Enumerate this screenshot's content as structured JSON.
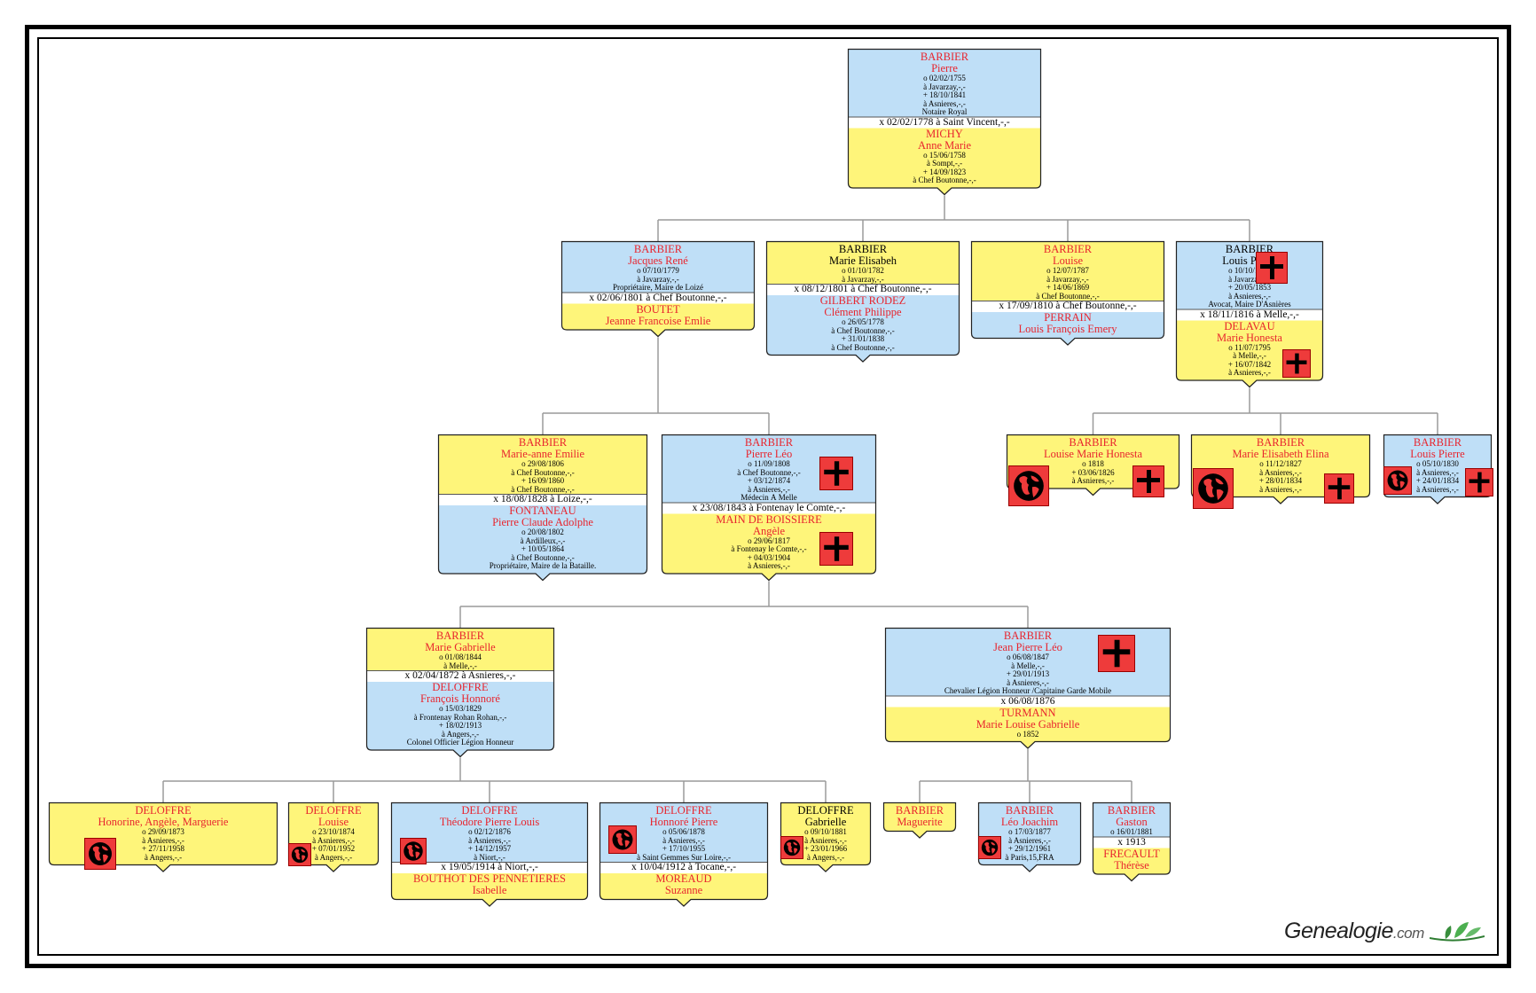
{
  "logo": {
    "name": "Genealogie",
    "tld": ".com"
  },
  "colors": {
    "blue": "#bfdff7",
    "yellow": "#fef57a",
    "red_text": "#e8252e",
    "badge": "#ee3b3b"
  },
  "cards": [
    {
      "id": "c1",
      "lines": [
        {
          "t": "BARBIER",
          "c": "r",
          "s": "nm"
        },
        {
          "t": "Pierre",
          "c": "r",
          "s": "nm"
        },
        {
          "t": "o 02/02/1755",
          "s": "dt"
        },
        {
          "t": "à Javarzay,-,-",
          "s": "dt"
        },
        {
          "t": "+ 18/10/1841",
          "s": "dt"
        },
        {
          "t": "à Asnieres,-,-",
          "s": "dt"
        },
        {
          "t": "Notaire Royal",
          "s": "dt"
        },
        {
          "t": "x 02/02/1778 à Saint Vincent,-,-",
          "s": "mr",
          "bg": "w"
        },
        {
          "t": "MICHY",
          "c": "r",
          "s": "nm",
          "bg": "y"
        },
        {
          "t": "Anne Marie",
          "c": "r",
          "s": "nm",
          "bg": "y"
        },
        {
          "t": "o 15/06/1758",
          "s": "dt",
          "bg": "y"
        },
        {
          "t": "à Sompt,-,-",
          "s": "dt",
          "bg": "y"
        },
        {
          "t": "+ 14/09/1823",
          "s": "dt",
          "bg": "y"
        },
        {
          "t": "à Chef Boutonne,-,-",
          "s": "dt",
          "bg": "y"
        }
      ]
    },
    {
      "id": "c2",
      "lines": [
        {
          "t": "BARBIER",
          "c": "r",
          "s": "nm"
        },
        {
          "t": "Jacques René",
          "c": "r",
          "s": "nm"
        },
        {
          "t": "o 07/10/1779",
          "s": "dt"
        },
        {
          "t": "à Javarzay,-,-",
          "s": "dt"
        },
        {
          "t": "Propriétaire, Maire de Loizé",
          "s": "dt"
        },
        {
          "t": "x 02/06/1801 à Chef Boutonne,-,-",
          "s": "mr",
          "bg": "w"
        },
        {
          "t": "BOUTET",
          "c": "r",
          "s": "nm",
          "bg": "y"
        },
        {
          "t": "Jeanne Francoise Emlie",
          "c": "r",
          "s": "nm",
          "bg": "y"
        }
      ]
    },
    {
      "id": "c3",
      "lines": [
        {
          "t": "BARBIER",
          "s": "nm"
        },
        {
          "t": "Marie Elisabeh",
          "s": "nm"
        },
        {
          "t": "o 01/10/1782",
          "s": "dt"
        },
        {
          "t": "à Javarzay,-,-",
          "s": "dt"
        },
        {
          "t": "x 08/12/1801 à Chef Boutonne,-,-",
          "s": "mr",
          "bg": "w"
        },
        {
          "t": "GILBERT RODEZ",
          "c": "r",
          "s": "nm",
          "bg": "b"
        },
        {
          "t": "Clément Philippe",
          "c": "r",
          "s": "nm",
          "bg": "b"
        },
        {
          "t": "o 26/05/1778",
          "s": "dt",
          "bg": "b"
        },
        {
          "t": "à Chef Boutonne,-,-",
          "s": "dt",
          "bg": "b"
        },
        {
          "t": "+ 31/01/1838",
          "s": "dt",
          "bg": "b"
        },
        {
          "t": "à Chef Boutonne,-,-",
          "s": "dt",
          "bg": "b"
        }
      ]
    },
    {
      "id": "c4",
      "lines": [
        {
          "t": "BARBIER",
          "c": "r",
          "s": "nm"
        },
        {
          "t": "Louise",
          "c": "r",
          "s": "nm"
        },
        {
          "t": "o 12/07/1787",
          "s": "dt"
        },
        {
          "t": "à Javarzay,-,-",
          "s": "dt"
        },
        {
          "t": "+ 14/06/1869",
          "s": "dt"
        },
        {
          "t": "à Chef Boutonne,-,-",
          "s": "dt"
        },
        {
          "t": "x 17/09/1810 à Chef Boutonne,-,-",
          "s": "mr",
          "bg": "w"
        },
        {
          "t": "PERRAIN",
          "c": "r",
          "s": "nm",
          "bg": "b"
        },
        {
          "t": "Louis François Emery",
          "c": "r",
          "s": "nm",
          "bg": "b"
        }
      ]
    },
    {
      "id": "c5",
      "lines": [
        {
          "t": "BARBIER",
          "s": "nm"
        },
        {
          "t": "Louis Pierre",
          "s": "nm"
        },
        {
          "t": "o 10/10/1792",
          "s": "dt"
        },
        {
          "t": "à Javarzay,-,-",
          "s": "dt"
        },
        {
          "t": "+ 20/05/1853",
          "s": "dt"
        },
        {
          "t": "à Asnieres,-,-",
          "s": "dt"
        },
        {
          "t": "Avocat, Maire D'Asnières",
          "s": "dt"
        },
        {
          "t": "x 18/11/1816 à Melle,-,-",
          "s": "mr",
          "bg": "w"
        },
        {
          "t": "DELAVAU",
          "c": "r",
          "s": "nm",
          "bg": "y"
        },
        {
          "t": "Marie Honesta",
          "c": "r",
          "s": "nm",
          "bg": "y"
        },
        {
          "t": "o 11/07/1795",
          "s": "dt",
          "bg": "y"
        },
        {
          "t": "à Melle,-,-",
          "s": "dt",
          "bg": "y"
        },
        {
          "t": "+ 16/07/1842",
          "s": "dt",
          "bg": "y"
        },
        {
          "t": "à Asnieres,-,-",
          "s": "dt",
          "bg": "y"
        }
      ]
    },
    {
      "id": "c6",
      "lines": [
        {
          "t": "BARBIER",
          "c": "r",
          "s": "nm"
        },
        {
          "t": "Marie-anne Emilie",
          "c": "r",
          "s": "nm"
        },
        {
          "t": "o 29/08/1806",
          "s": "dt"
        },
        {
          "t": "à Chef Boutonne,-,-",
          "s": "dt"
        },
        {
          "t": "+ 16/09/1860",
          "s": "dt"
        },
        {
          "t": "à Chef Boutonne,-,-",
          "s": "dt"
        },
        {
          "t": "x 18/08/1828 à Loize,-,-",
          "s": "mr",
          "bg": "w"
        },
        {
          "t": "FONTANEAU",
          "c": "r",
          "s": "nm",
          "bg": "b"
        },
        {
          "t": "Pierre Claude Adolphe",
          "c": "r",
          "s": "nm",
          "bg": "b"
        },
        {
          "t": "o 20/08/1802",
          "s": "dt",
          "bg": "b"
        },
        {
          "t": "à Ardilleux,-,-",
          "s": "dt",
          "bg": "b"
        },
        {
          "t": "+ 10/05/1864",
          "s": "dt",
          "bg": "b"
        },
        {
          "t": "à Chef Boutonne,-,-",
          "s": "dt",
          "bg": "b"
        },
        {
          "t": "Propriétaire, Maire de la Bataille.",
          "s": "dt",
          "bg": "b"
        }
      ]
    },
    {
      "id": "c7",
      "lines": [
        {
          "t": "BARBIER",
          "c": "r",
          "s": "nm"
        },
        {
          "t": "Pierre Léo",
          "c": "r",
          "s": "nm"
        },
        {
          "t": "o 11/09/1808",
          "s": "dt"
        },
        {
          "t": "à Chef Boutonne,-,-",
          "s": "dt"
        },
        {
          "t": "+ 03/12/1874",
          "s": "dt"
        },
        {
          "t": "à Asnieres,-,-",
          "s": "dt"
        },
        {
          "t": "Médecin À Melle",
          "s": "dt"
        },
        {
          "t": "x 23/08/1843 à Fontenay le Comte,-,-",
          "s": "mr",
          "bg": "w"
        },
        {
          "t": "MAIN DE BOISSIERE",
          "c": "r",
          "s": "nm",
          "bg": "y"
        },
        {
          "t": "Angèle",
          "c": "r",
          "s": "nm",
          "bg": "y"
        },
        {
          "t": "o 29/06/1817",
          "s": "dt",
          "bg": "y"
        },
        {
          "t": "à Fontenay le Comte,-,-",
          "s": "dt",
          "bg": "y"
        },
        {
          "t": "+ 04/03/1904",
          "s": "dt",
          "bg": "y"
        },
        {
          "t": "à Asnieres,-,-",
          "s": "dt",
          "bg": "y"
        }
      ]
    },
    {
      "id": "c8",
      "lines": [
        {
          "t": "BARBIER",
          "c": "r",
          "s": "nm"
        },
        {
          "t": "Louise Marie Honesta",
          "c": "r",
          "s": "nm"
        },
        {
          "t": "o 1818",
          "s": "dt"
        },
        {
          "t": "+ 03/06/1826",
          "s": "dt"
        },
        {
          "t": "à Asnieres,-,-",
          "s": "dt"
        }
      ]
    },
    {
      "id": "c9",
      "lines": [
        {
          "t": "BARBIER",
          "c": "r",
          "s": "nm"
        },
        {
          "t": "Marie Elisabeth Elina",
          "c": "r",
          "s": "nm"
        },
        {
          "t": "o 11/12/1827",
          "s": "dt"
        },
        {
          "t": "à Asnieres,-,-",
          "s": "dt"
        },
        {
          "t": "+ 28/01/1834",
          "s": "dt"
        },
        {
          "t": "à Asnieres,-,-",
          "s": "dt"
        }
      ]
    },
    {
      "id": "c10",
      "lines": [
        {
          "t": "BARBIER",
          "c": "r",
          "s": "nm"
        },
        {
          "t": "Louis Pierre",
          "c": "r",
          "s": "nm"
        },
        {
          "t": "o 05/10/1830",
          "s": "dt"
        },
        {
          "t": "à Asnieres,-,-",
          "s": "dt"
        },
        {
          "t": "+ 24/01/1834",
          "s": "dt"
        },
        {
          "t": "à Asnieres,-,-",
          "s": "dt"
        }
      ]
    },
    {
      "id": "c11",
      "lines": [
        {
          "t": "BARBIER",
          "c": "r",
          "s": "nm"
        },
        {
          "t": "Marie Gabrielle",
          "c": "r",
          "s": "nm"
        },
        {
          "t": "o 01/08/1844",
          "s": "dt"
        },
        {
          "t": "à Melle,-,-",
          "s": "dt"
        },
        {
          "t": "x 02/04/1872 à Asnieres,-,-",
          "s": "mr",
          "bg": "w"
        },
        {
          "t": "DELOFFRE",
          "c": "r",
          "s": "nm",
          "bg": "b"
        },
        {
          "t": "François Honnoré",
          "c": "r",
          "s": "nm",
          "bg": "b"
        },
        {
          "t": "o 15/03/1829",
          "s": "dt",
          "bg": "b"
        },
        {
          "t": "à Frontenay Rohan Rohan,-,-",
          "s": "dt",
          "bg": "b"
        },
        {
          "t": "+ 18/02/1913",
          "s": "dt",
          "bg": "b"
        },
        {
          "t": "à Angers,-,-",
          "s": "dt",
          "bg": "b"
        },
        {
          "t": "Colonel Officier Légion Honneur",
          "s": "dt",
          "bg": "b"
        }
      ]
    },
    {
      "id": "c12",
      "lines": [
        {
          "t": "BARBIER",
          "c": "r",
          "s": "nm"
        },
        {
          "t": "Jean Pierre Léo",
          "c": "r",
          "s": "nm"
        },
        {
          "t": "o 06/08/1847",
          "s": "dt"
        },
        {
          "t": "à Melle,-,-",
          "s": "dt"
        },
        {
          "t": "+ 29/01/1913",
          "s": "dt"
        },
        {
          "t": "à Asnieres,-,-",
          "s": "dt"
        },
        {
          "t": "Chevalier Légion Honneur /Capitaine Garde Mobile",
          "s": "dt"
        },
        {
          "t": "x 06/08/1876",
          "s": "mr",
          "bg": "w"
        },
        {
          "t": "TURMANN",
          "c": "r",
          "s": "nm",
          "bg": "y"
        },
        {
          "t": "Marie Louise Gabrielle",
          "c": "r",
          "s": "nm",
          "bg": "y"
        },
        {
          "t": "o 1852",
          "s": "dt",
          "bg": "y"
        }
      ]
    },
    {
      "id": "c13",
      "lines": [
        {
          "t": "DELOFFRE",
          "c": "r",
          "s": "nm"
        },
        {
          "t": "Honorine, Angèle, Marguerie",
          "c": "r",
          "s": "nm"
        },
        {
          "t": "o 29/09/1873",
          "s": "dt"
        },
        {
          "t": "à Asnieres,-,-",
          "s": "dt"
        },
        {
          "t": "+ 27/11/1958",
          "s": "dt"
        },
        {
          "t": "à Angers,-,-",
          "s": "dt"
        }
      ]
    },
    {
      "id": "c14",
      "lines": [
        {
          "t": "DELOFFRE",
          "c": "r",
          "s": "nm"
        },
        {
          "t": "Louise",
          "c": "r",
          "s": "nm"
        },
        {
          "t": "o 23/10/1874",
          "s": "dt"
        },
        {
          "t": "à Asnieres,-,-",
          "s": "dt"
        },
        {
          "t": "+ 07/01/1952",
          "s": "dt"
        },
        {
          "t": "à Angers,-,-",
          "s": "dt"
        }
      ]
    },
    {
      "id": "c15",
      "lines": [
        {
          "t": "DELOFFRE",
          "c": "r",
          "s": "nm"
        },
        {
          "t": "Théodore Pierre Louis",
          "c": "r",
          "s": "nm"
        },
        {
          "t": "o 02/12/1876",
          "s": "dt"
        },
        {
          "t": "à Asnieres,-,-",
          "s": "dt"
        },
        {
          "t": "+ 14/12/1957",
          "s": "dt"
        },
        {
          "t": "à Niort,-,-",
          "s": "dt"
        },
        {
          "t": "x 19/05/1914 à Niort,-,-",
          "s": "mr",
          "bg": "w"
        },
        {
          "t": "BOUTHOT DES PENNETIERES",
          "c": "r",
          "s": "nm",
          "bg": "y"
        },
        {
          "t": "Isabelle",
          "c": "r",
          "s": "nm",
          "bg": "y"
        }
      ]
    },
    {
      "id": "c16",
      "lines": [
        {
          "t": "DELOFFRE",
          "c": "r",
          "s": "nm"
        },
        {
          "t": "Honnoré Pierre",
          "c": "r",
          "s": "nm"
        },
        {
          "t": "o 05/06/1878",
          "s": "dt"
        },
        {
          "t": "à Asnieres,-,-",
          "s": "dt"
        },
        {
          "t": "+ 17/10/1955",
          "s": "dt"
        },
        {
          "t": "à Saint Gemmes Sur Loire,-,-",
          "s": "dt"
        },
        {
          "t": "x 10/04/1912 à Tocane,-,-",
          "s": "mr",
          "bg": "w"
        },
        {
          "t": "MOREAUD",
          "c": "r",
          "s": "nm",
          "bg": "y"
        },
        {
          "t": "Suzanne",
          "c": "r",
          "s": "nm",
          "bg": "y"
        }
      ]
    },
    {
      "id": "c17",
      "lines": [
        {
          "t": "DELOFFRE",
          "s": "nm"
        },
        {
          "t": "Gabrielle",
          "s": "nm"
        },
        {
          "t": "o 09/10/1881",
          "s": "dt"
        },
        {
          "t": "à Asnieres,-,-",
          "s": "dt"
        },
        {
          "t": "+ 23/01/1966",
          "s": "dt"
        },
        {
          "t": "à Angers,-,-",
          "s": "dt"
        }
      ]
    },
    {
      "id": "c18",
      "lines": [
        {
          "t": "BARBIER",
          "c": "r",
          "s": "nm"
        },
        {
          "t": "Maguerite",
          "c": "r",
          "s": "nm"
        }
      ]
    },
    {
      "id": "c19",
      "lines": [
        {
          "t": "BARBIER",
          "c": "r",
          "s": "nm"
        },
        {
          "t": "Léo Joachim",
          "c": "r",
          "s": "nm"
        },
        {
          "t": "o 17/03/1877",
          "s": "dt"
        },
        {
          "t": "à Asnieres,-,-",
          "s": "dt"
        },
        {
          "t": "+ 29/12/1961",
          "s": "dt"
        },
        {
          "t": "à Paris,15,FRA",
          "s": "dt"
        }
      ]
    },
    {
      "id": "c20",
      "lines": [
        {
          "t": "BARBIER",
          "c": "r",
          "s": "nm"
        },
        {
          "t": "Gaston",
          "c": "r",
          "s": "nm"
        },
        {
          "t": "o 16/01/1881",
          "s": "dt"
        },
        {
          "t": "x 1913",
          "s": "mr",
          "bg": "w"
        },
        {
          "t": "FRECAULT",
          "c": "r",
          "s": "nm",
          "bg": "y"
        },
        {
          "t": "Thérèse",
          "c": "r",
          "s": "nm",
          "bg": "y"
        }
      ]
    }
  ]
}
